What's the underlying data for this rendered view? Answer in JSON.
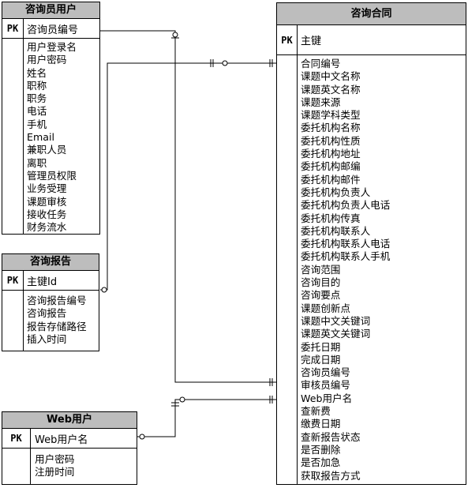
{
  "entities": {
    "consultant": {
      "title": "咨询员用户",
      "pk_label": "PK",
      "pk_field": "咨询员编号",
      "attributes": [
        "用户登录名",
        "用户密码",
        "姓名",
        "职称",
        "职务",
        "电话",
        "手机",
        "Email",
        "兼职人员",
        "离职",
        "管理员权限",
        "业务受理",
        "课题审核",
        "接收任务",
        "财务流水"
      ]
    },
    "report": {
      "title": "咨询报告",
      "pk_label": "PK",
      "pk_field": "主键Id",
      "attributes": [
        "咨询报告编号",
        "咨询报告",
        "报告存储路径",
        "插入时间"
      ]
    },
    "web_user": {
      "title": "Web用户",
      "pk_label": "PK",
      "pk_field": "Web用户名",
      "attributes": [
        "用户密码",
        "注册时间"
      ]
    },
    "contract": {
      "title": "咨询合同",
      "pk_label": "PK",
      "pk_field": "主键",
      "attributes": [
        "合同编号",
        "课题中文名称",
        "课题英文名称",
        "课题来源",
        "课题学科类型",
        "委托机构名称",
        "委托机构性质",
        "委托机构地址",
        "委托机构邮编",
        "委托机构邮件",
        "委托机构负责人",
        "委托机构负责人电话",
        "委托机构传真",
        "委托机构联系人",
        "委托机构联系人电话",
        "委托机构联系人手机",
        "咨询范围",
        "咨询目的",
        "咨询要点",
        "课题创新点",
        "课题中文关键词",
        "课题英文关键词",
        "委托日期",
        "完成日期",
        "咨询员编号",
        "审核员编号",
        "Web用户名",
        "查新费",
        "缴费日期",
        "查新报告状态",
        "是否删除",
        "是否加急",
        "获取报告方式"
      ]
    }
  }
}
